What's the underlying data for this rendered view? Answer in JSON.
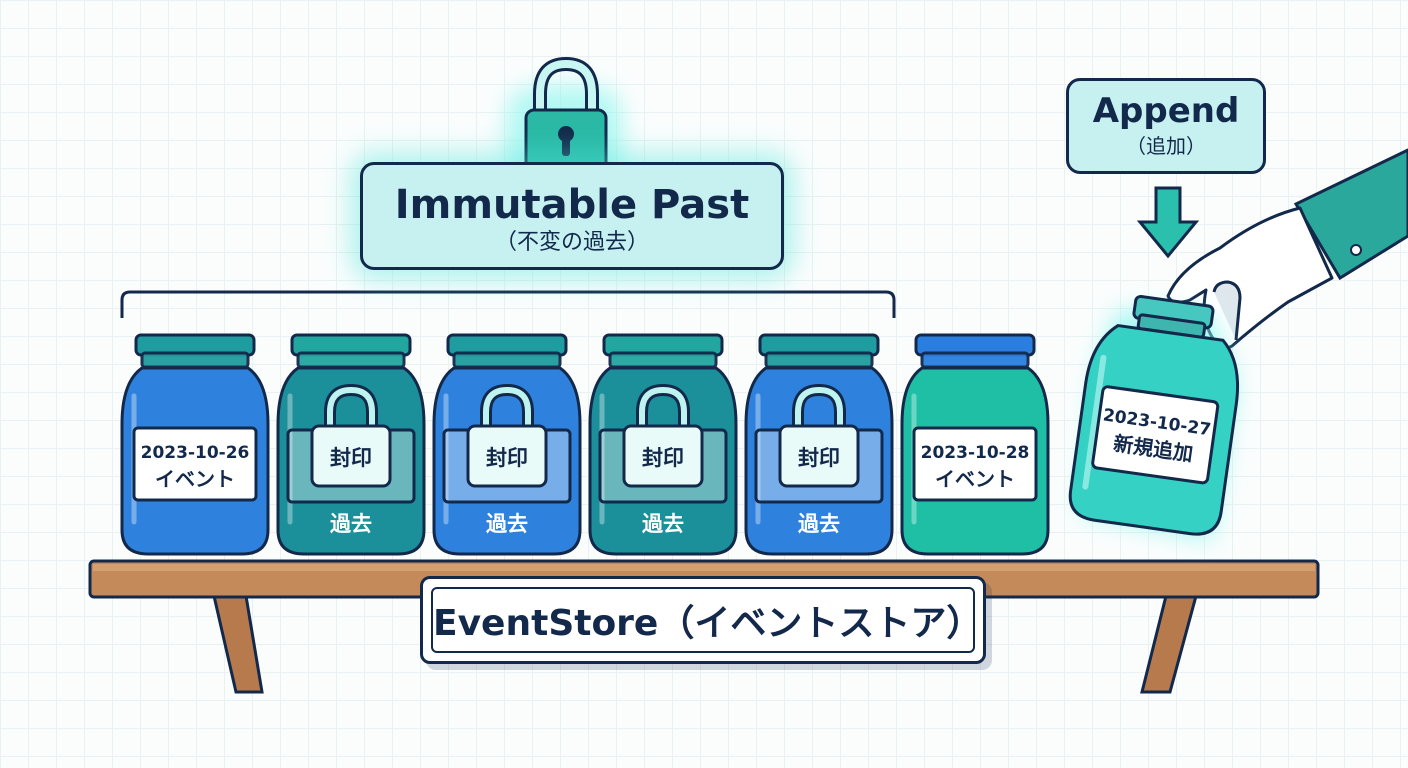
{
  "header": {
    "immutable_title": "Immutable Past",
    "immutable_subtitle": "（不変の過去）",
    "append_title": "Append",
    "append_subtitle": "（追加）"
  },
  "shelf": {
    "store_label": "EventStore（イベントストア）"
  },
  "jars": [
    {
      "kind": "label",
      "line1": "2023-10-26",
      "line2": "イベント",
      "color": "blue"
    },
    {
      "kind": "sealed",
      "seal": "封印",
      "caption": "過去",
      "color": "teal"
    },
    {
      "kind": "sealed",
      "seal": "封印",
      "caption": "過去",
      "color": "blue"
    },
    {
      "kind": "sealed",
      "seal": "封印",
      "caption": "過去",
      "color": "teal"
    },
    {
      "kind": "sealed",
      "seal": "封印",
      "caption": "過去",
      "color": "blue"
    },
    {
      "kind": "label",
      "line1": "2023-10-28",
      "line2": "イベント",
      "color": "green"
    }
  ],
  "new_jar": {
    "line1": "2023-10-27",
    "line2": "新規追加"
  },
  "colors": {
    "outline": "#13294b",
    "blue": "#2e82de",
    "teal": "#1b8f9a",
    "green": "#1fbfa5",
    "glow": "#7ff5ec",
    "shelf": "#c58a5a"
  },
  "icons": [
    "lock-icon",
    "down-arrow-icon",
    "hand-icon",
    "bracket"
  ]
}
